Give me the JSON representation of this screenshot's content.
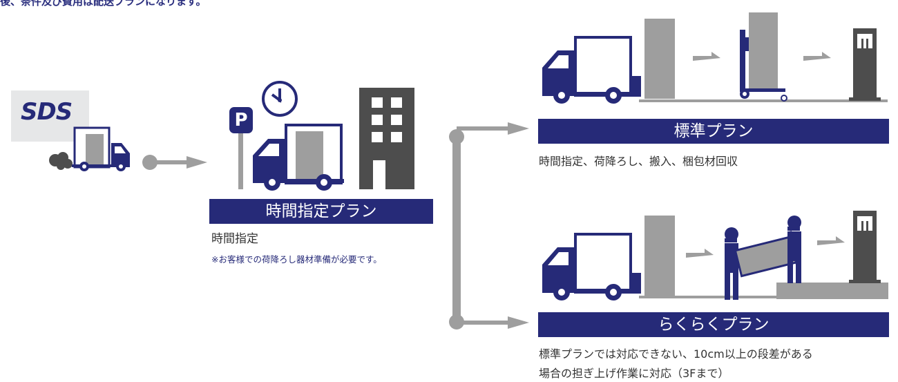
{
  "header": {
    "note": "後、条件及び費用は配送プランになります。"
  },
  "start": {
    "logo": "SDS"
  },
  "time_plan": {
    "title": "時間指定プラン",
    "description": "時間指定",
    "note": "※お客様での荷降ろし器材準備が必要です。",
    "parking_sign": "P"
  },
  "standard_plan": {
    "title": "標準プラン",
    "description": "時間指定、荷降ろし、搬入、梱包材回収"
  },
  "easy_plan": {
    "title": "らくらくプラン",
    "description_line1": "標準プランでは対応できない、10cm以上の段差がある",
    "description_line2": "場合の担ぎ上げ作業に対応（3Fまで）"
  },
  "colors": {
    "navy": "#262a78",
    "gray": "#9e9e9e",
    "dark_gray": "#4d4d4d",
    "light_gray": "#e6e7e8"
  }
}
